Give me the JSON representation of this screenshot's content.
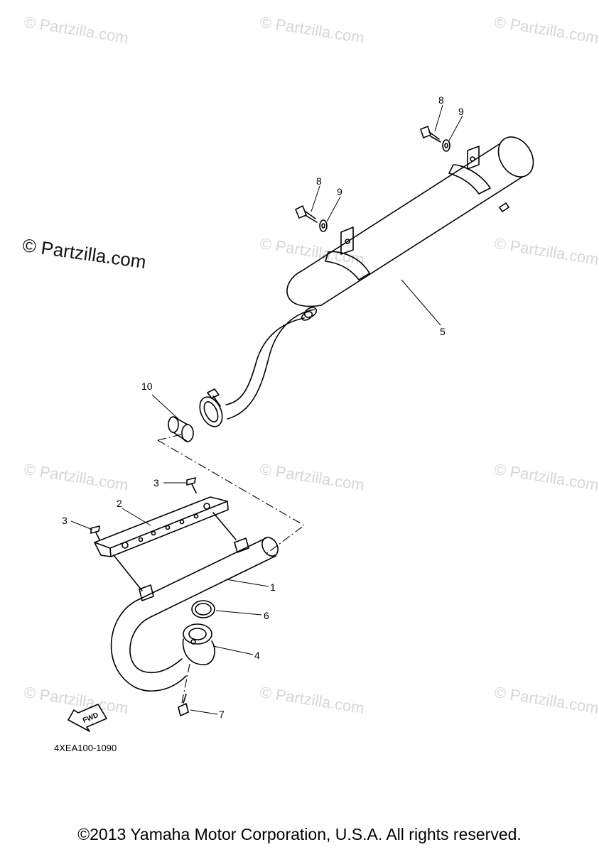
{
  "watermark": "© Partzilla.com",
  "watermark_prominent": "© Partzilla.com",
  "callouts": {
    "p1": "1",
    "p2": "2",
    "p3a": "3",
    "p3b": "3",
    "p4": "4",
    "p5": "5",
    "p6": "6",
    "p7": "7",
    "p8a": "8",
    "p8b": "8",
    "p9a": "9",
    "p9b": "9",
    "p10": "10"
  },
  "fwd_label": "FWD",
  "diagram_code": "4XEA100-1090",
  "copyright": "©2013 Yamaha Motor Corporation, U.S.A. All rights reserved."
}
